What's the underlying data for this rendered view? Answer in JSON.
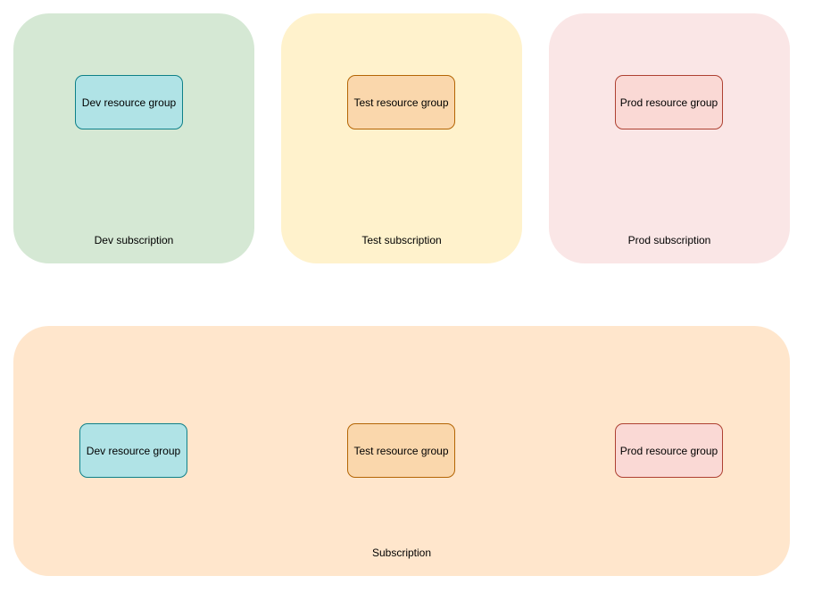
{
  "top_row": {
    "dev": {
      "label": "Dev subscription",
      "resource_group": "Dev resource group",
      "fill": "#d5e8d4",
      "group_fill": "#b0e3e6"
    },
    "test": {
      "label": "Test subscription",
      "resource_group": "Test resource group",
      "fill": "#fff2cc",
      "group_fill": "#fad7ac"
    },
    "prod": {
      "label": "Prod subscription",
      "resource_group": "Prod resource group",
      "fill": "#fae6e6",
      "group_fill": "#fad9d5"
    }
  },
  "bottom": {
    "label": "Subscription",
    "fill": "#ffe6cc",
    "resource_groups": [
      "Dev resource group",
      "Test resource group",
      "Prod resource group"
    ]
  }
}
